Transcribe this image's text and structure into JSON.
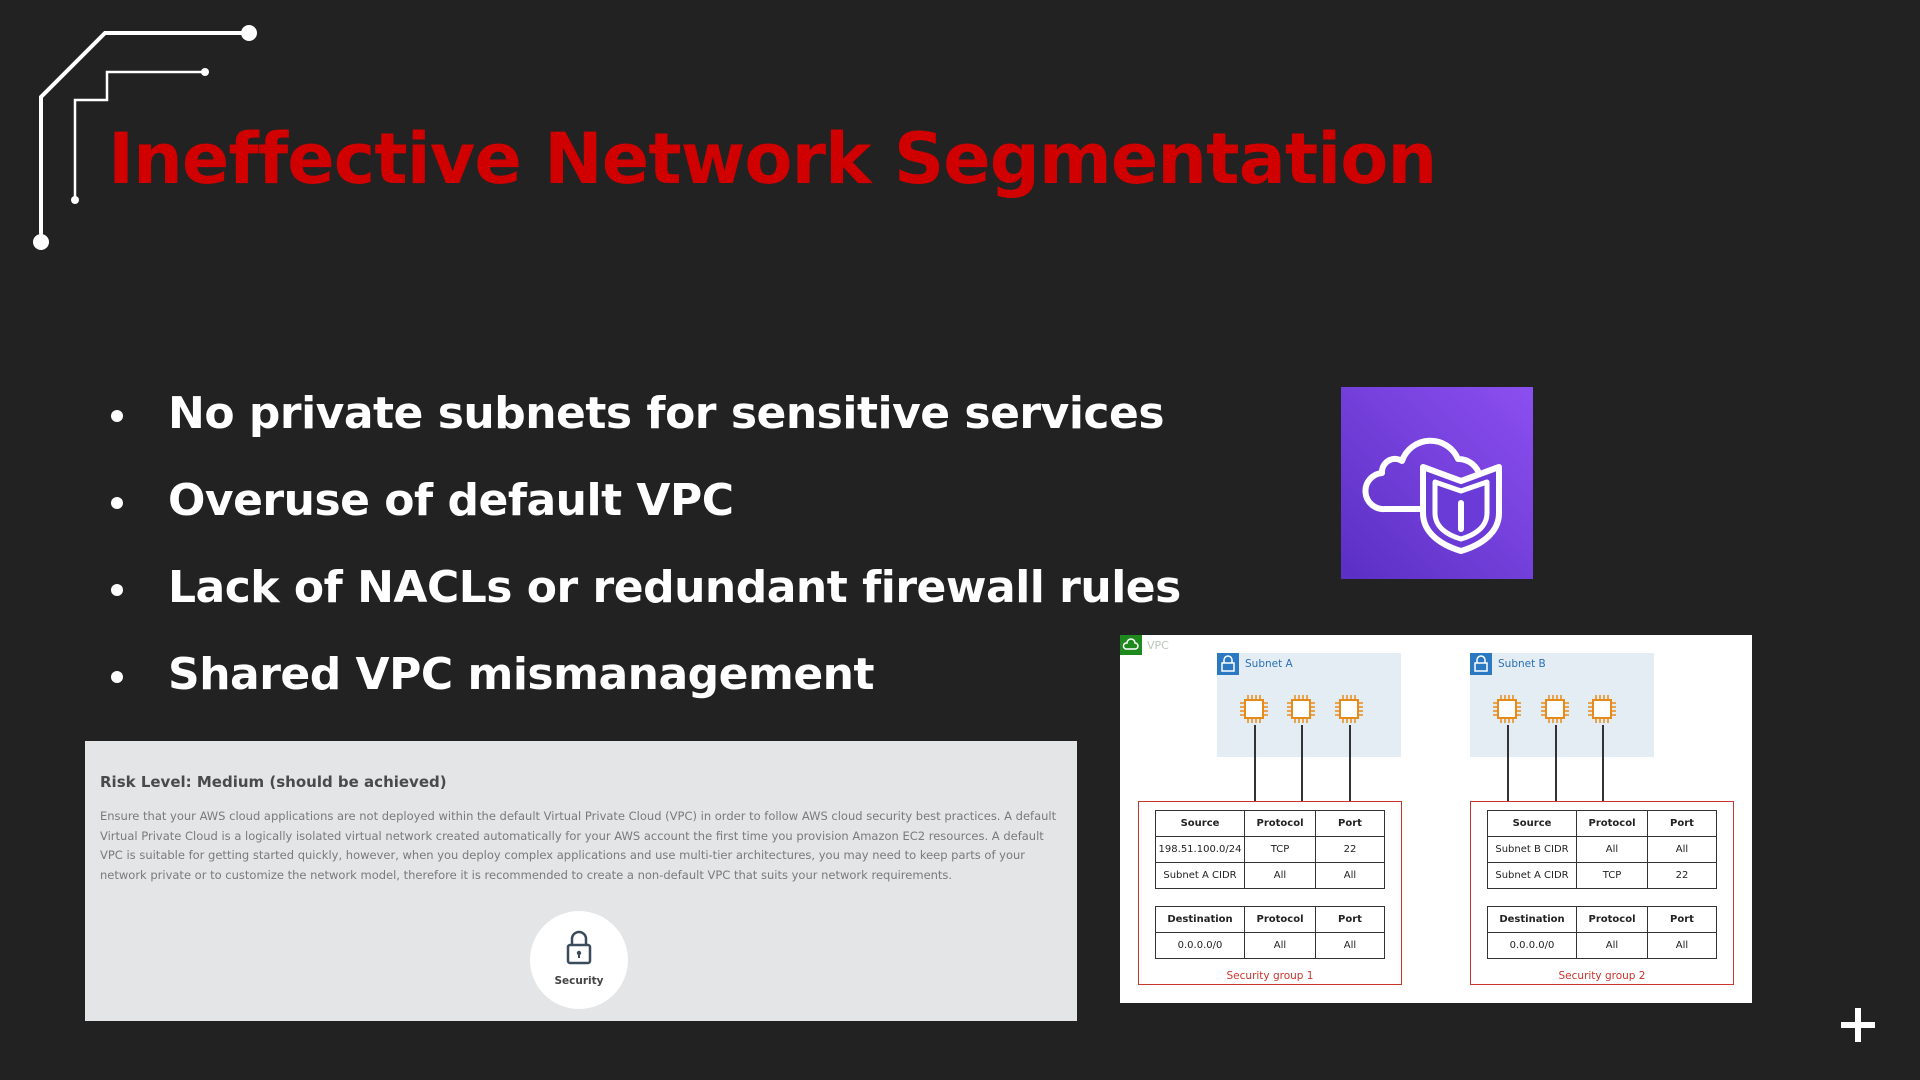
{
  "slide": {
    "title": "Ineffective Network Segmentation",
    "bullets": [
      "No private subnets for sensitive services",
      "Overuse of default VPC",
      "Lack of NACLs or redundant firewall rules",
      "Shared VPC mismanagement"
    ]
  },
  "risk_card": {
    "title": "Risk Level: Medium (should be achieved)",
    "description": "Ensure that your AWS cloud applications are not deployed within the default Virtual Private Cloud (VPC) in order to follow AWS cloud security best practices. A default Virtual Private Cloud is a logically isolated virtual network created automatically for your AWS account the first time you provision Amazon EC2 resources. A default VPC is suitable for getting started quickly, however, when you deploy complex applications and use multi-tier architectures, you may need to keep parts of your network private or to customize the network model, therefore it is recommended to create a non-default VPC that suits your network requirements.",
    "badge_label": "Security",
    "badge_icon": "lock-icon"
  },
  "aws_icon": {
    "name": "cloud-shield-icon",
    "colors": [
      "#5a2fc4",
      "#8c4ff0"
    ]
  },
  "vpc_diagram": {
    "vpc_label": "VPC",
    "subnets": [
      {
        "label": "Subnet A",
        "group_label": "Security group 1",
        "inbound": {
          "headers": [
            "Source",
            "Protocol",
            "Port"
          ],
          "rows": [
            [
              "198.51.100.0/24",
              "TCP",
              "22"
            ],
            [
              "Subnet A CIDR",
              "All",
              "All"
            ]
          ]
        },
        "outbound": {
          "headers": [
            "Destination",
            "Protocol",
            "Port"
          ],
          "rows": [
            [
              "0.0.0.0/0",
              "All",
              "All"
            ]
          ]
        }
      },
      {
        "label": "Subnet B",
        "group_label": "Security group 2",
        "inbound": {
          "headers": [
            "Source",
            "Protocol",
            "Port"
          ],
          "rows": [
            [
              "Subnet B CIDR",
              "All",
              "All"
            ],
            [
              "Subnet A CIDR",
              "TCP",
              "22"
            ]
          ]
        },
        "outbound": {
          "headers": [
            "Destination",
            "Protocol",
            "Port"
          ],
          "rows": [
            [
              "0.0.0.0/0",
              "All",
              "All"
            ]
          ]
        }
      }
    ]
  },
  "colors": {
    "background": "#222222",
    "title": "#d00000",
    "text": "#ffffff",
    "security_group_border": "#c8352d",
    "chip": "#e68a1a"
  }
}
